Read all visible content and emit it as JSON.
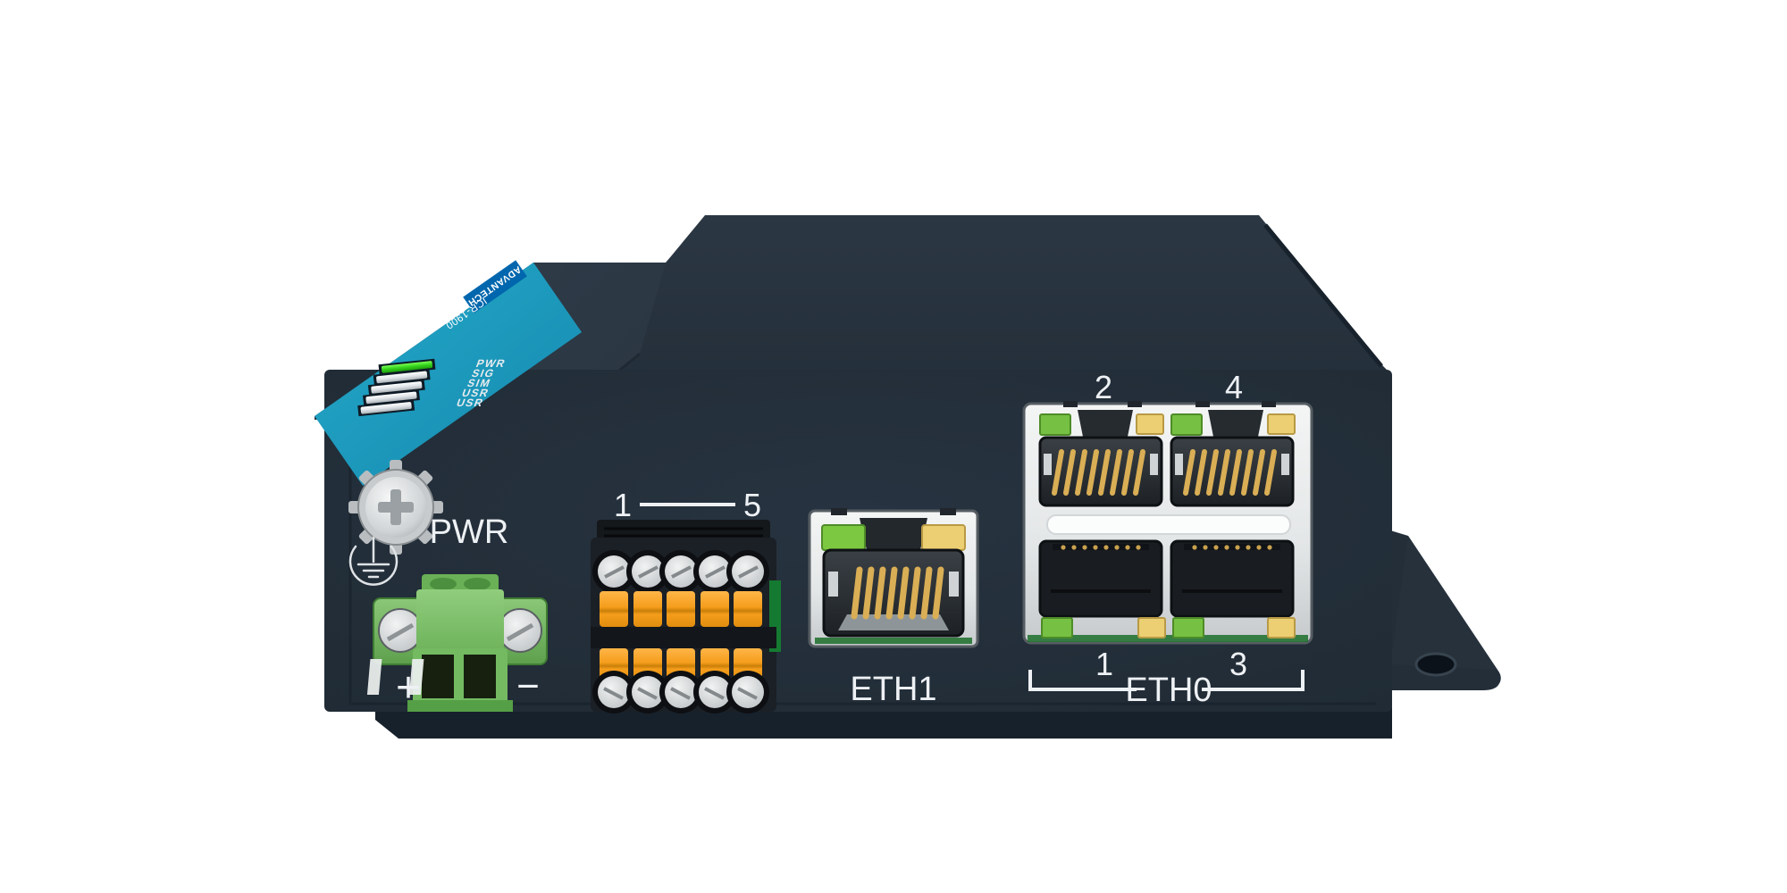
{
  "device": {
    "brand": "ADVANTECH",
    "model": "ICR-1900",
    "led_labels": [
      "PWR",
      "SIG",
      "SIM",
      "USR",
      "USR"
    ],
    "power": {
      "label": "PWR",
      "plus": "+",
      "minus": "−"
    },
    "terminal": {
      "first_pin": "1",
      "last_pin": "5"
    },
    "eth1": {
      "label": "ETH1"
    },
    "eth0": {
      "label": "ETH0",
      "ports_top": [
        "2",
        "4"
      ],
      "ports_bottom": [
        "1",
        "3"
      ]
    },
    "colors": {
      "chassis": "#242f3a",
      "accent_teal": "#1b9abf",
      "logo_blue": "#0066ad",
      "status_led_green": "#35d41c",
      "port_led_green": "#76c043",
      "port_led_yellow": "#eccf72",
      "connector_green": "#72b95e",
      "terminal_orange": "#f59d1c",
      "pin_gold": "#d9ae55"
    }
  }
}
